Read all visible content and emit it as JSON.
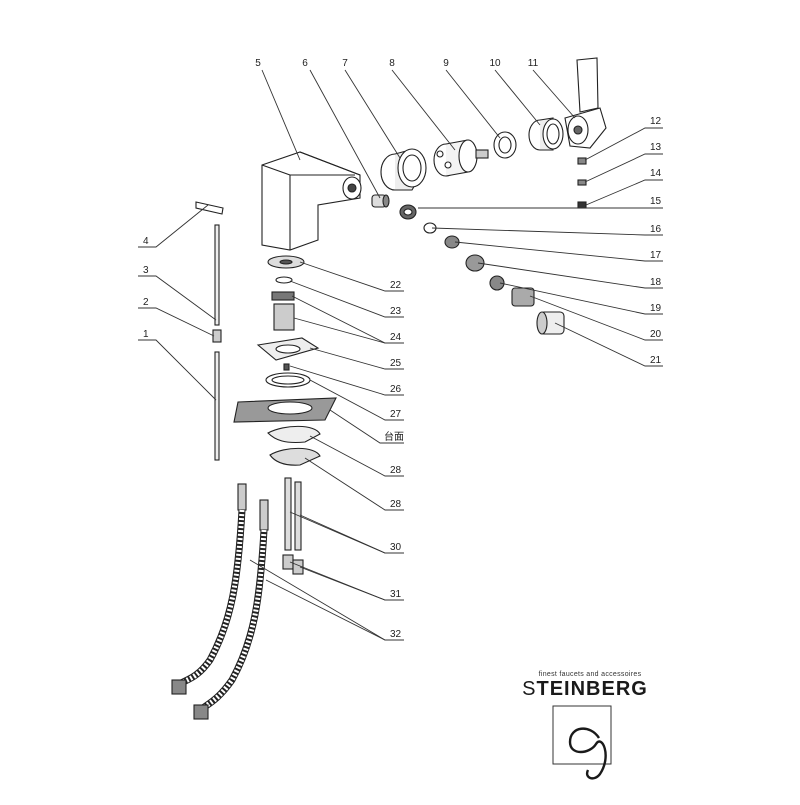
{
  "part_labels": [
    {
      "id": "p1",
      "text": "1"
    },
    {
      "id": "p2",
      "text": "2"
    },
    {
      "id": "p3",
      "text": "3"
    },
    {
      "id": "p4",
      "text": "4"
    },
    {
      "id": "p5",
      "text": "5"
    },
    {
      "id": "p6",
      "text": "6"
    },
    {
      "id": "p7",
      "text": "7"
    },
    {
      "id": "p8",
      "text": "8"
    },
    {
      "id": "p9",
      "text": "9"
    },
    {
      "id": "p10",
      "text": "10"
    },
    {
      "id": "p11",
      "text": "11"
    },
    {
      "id": "p12",
      "text": "12"
    },
    {
      "id": "p13",
      "text": "13"
    },
    {
      "id": "p14",
      "text": "14"
    },
    {
      "id": "p15",
      "text": "15"
    },
    {
      "id": "p16",
      "text": "16"
    },
    {
      "id": "p17",
      "text": "17"
    },
    {
      "id": "p18",
      "text": "18"
    },
    {
      "id": "p19",
      "text": "19"
    },
    {
      "id": "p20",
      "text": "20"
    },
    {
      "id": "p21",
      "text": "21"
    },
    {
      "id": "p22",
      "text": "22"
    },
    {
      "id": "p23",
      "text": "23"
    },
    {
      "id": "p24",
      "text": "24"
    },
    {
      "id": "p25",
      "text": "25"
    },
    {
      "id": "p26",
      "text": "26"
    },
    {
      "id": "p27",
      "text": "27"
    },
    {
      "id": "countertop",
      "text": "台面"
    },
    {
      "id": "p28a",
      "text": "28"
    },
    {
      "id": "p28b",
      "text": "28"
    },
    {
      "id": "p30",
      "text": "30"
    },
    {
      "id": "p31",
      "text": "31"
    },
    {
      "id": "p32",
      "text": "32"
    }
  ],
  "brand": {
    "tagline": "finest faucets and accessoires",
    "name_first": "S",
    "name_rest": "TEINBERG",
    "logo_icon": "steinberg-s-logo"
  }
}
